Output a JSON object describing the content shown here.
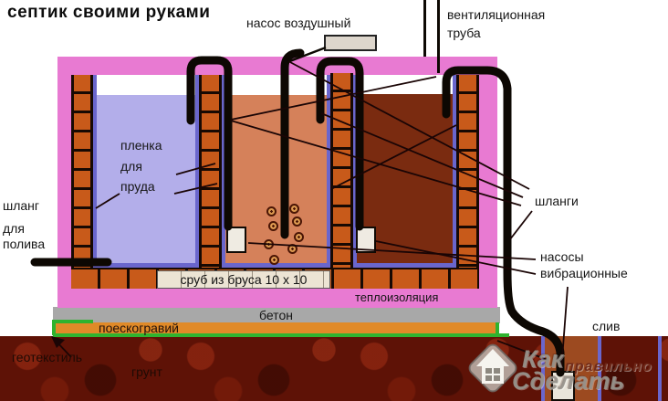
{
  "title": "септик своими руками",
  "labels": {
    "air_pump": "насос воздушный",
    "vent_line1": "вентиляционная",
    "vent_line2": "труба",
    "pond_liner_l1": "пленка",
    "pond_liner_l2": "для",
    "pond_liner_l3": "пруда",
    "watering_hose_l1": "шланг",
    "watering_hose_l2": "для",
    "watering_hose_l3": "полива",
    "hoses": "шланги",
    "pumps_l1": "насосы",
    "pumps_l2": "вибрационные",
    "drain": "слив",
    "timber_frame": "сруб из бруса 10 х 10",
    "insulation": "теплоизоляция",
    "concrete": "бетон",
    "sand_gravel": "поескогравий",
    "geotextile": "геотекстиль",
    "soil": "грунт"
  },
  "watermark": {
    "word1": "Как",
    "word2": "правильно",
    "word3": "Сделать"
  },
  "colors": {
    "insulation_pink": "#e87ad2",
    "brick_orange": "#c85a1a",
    "chamber1_water": "#b3aeea",
    "chamber2_water": "#d5815a",
    "chamber3_water": "#7a2b10",
    "concrete_grey": "#a8a8a8",
    "sand_orange": "#e08a28",
    "geotextile_green": "#2fb32f",
    "soil_maroon": "#5e1206",
    "liner_blue": "#6a66cc",
    "beam_band": "#ece4d4",
    "hose_black": "#0d0803",
    "drain_shaft": "#9c4a20"
  }
}
